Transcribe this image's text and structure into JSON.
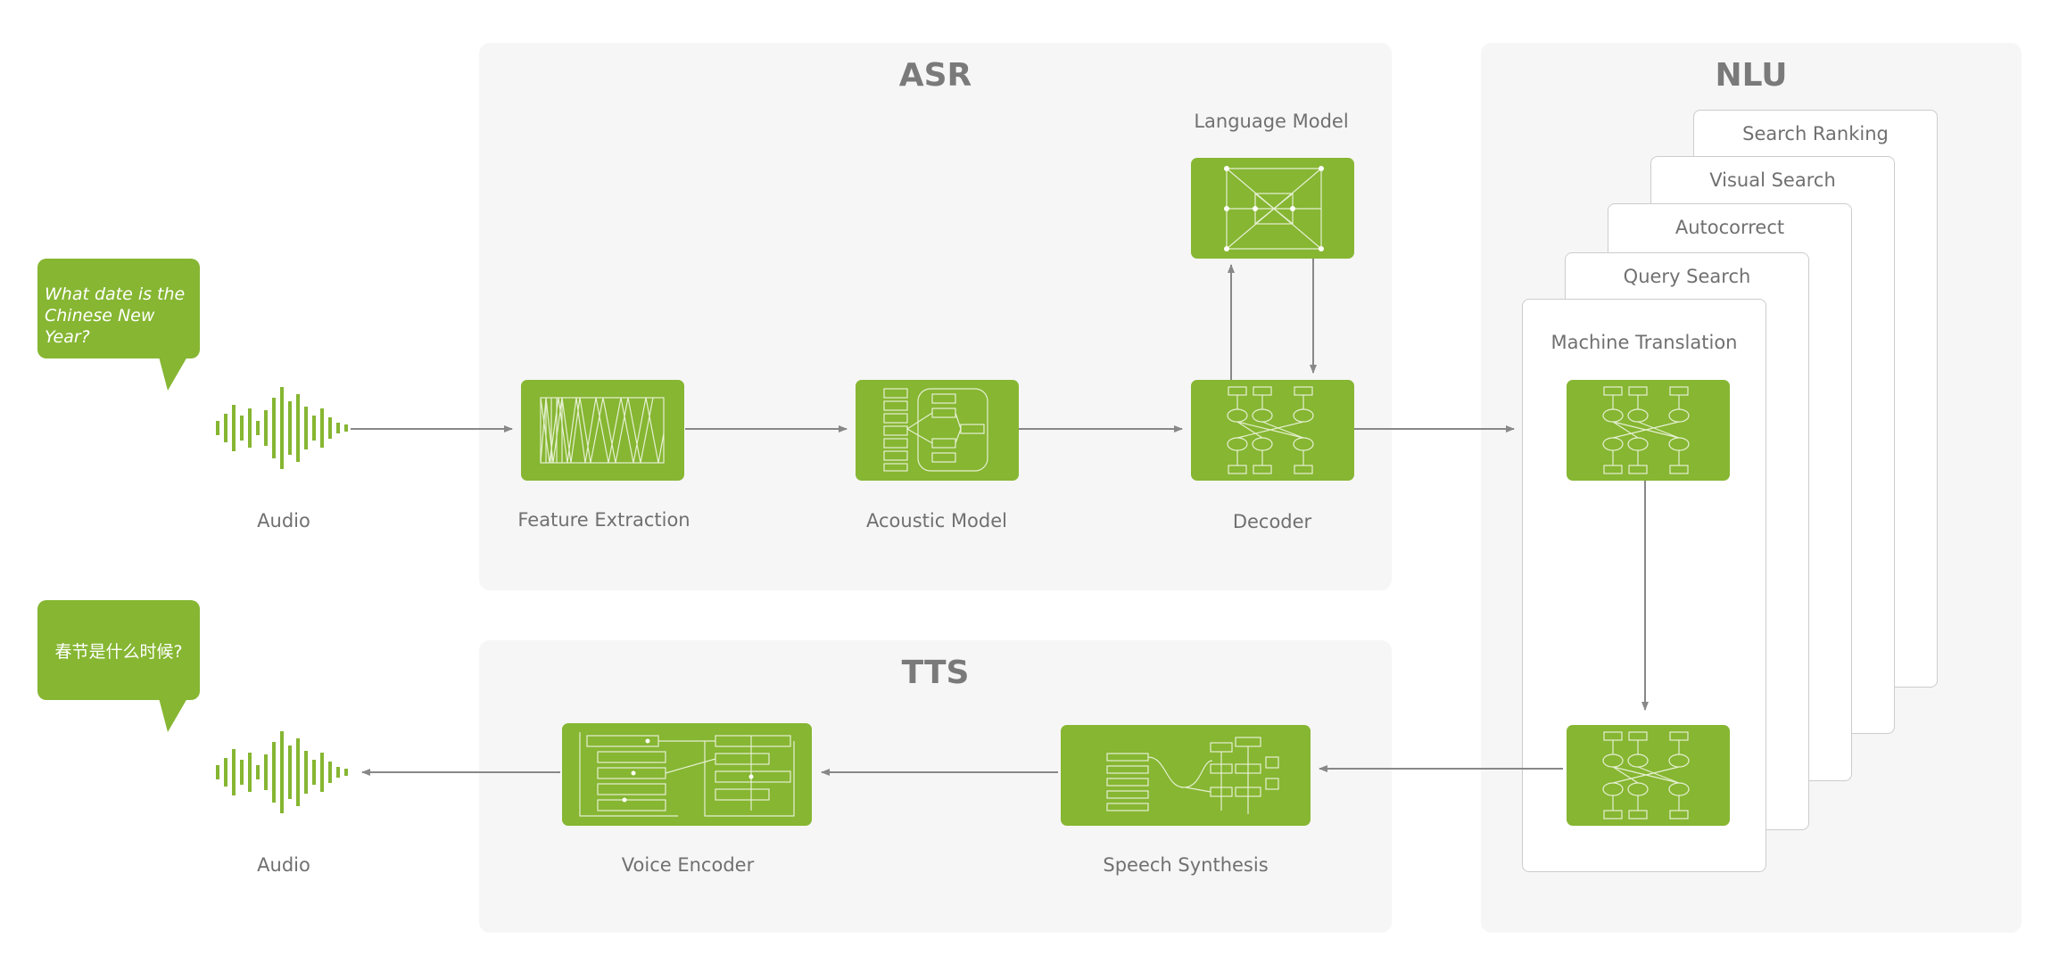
{
  "asr": {
    "title": "ASR",
    "language_model": "Language Model",
    "feature_extraction": "Feature Extraction",
    "acoustic_model": "Acoustic Model",
    "decoder": "Decoder"
  },
  "tts": {
    "title": "TTS",
    "voice_encoder": "Voice Encoder",
    "speech_synthesis": "Speech Synthesis"
  },
  "nlu": {
    "title": "NLU",
    "cards": [
      "Search Ranking",
      "Visual Search",
      "Autocorrect",
      "Query Search"
    ],
    "front_card": "Machine Translation"
  },
  "input": {
    "question": "What date is the\nChinese New Year?",
    "audio_label": "Audio"
  },
  "output": {
    "question": "春节是什么时候?",
    "audio_label": "Audio"
  },
  "colors": {
    "green": "#86b632",
    "panel": "#f6f6f6",
    "text": "#707070",
    "arrow": "#888888"
  }
}
